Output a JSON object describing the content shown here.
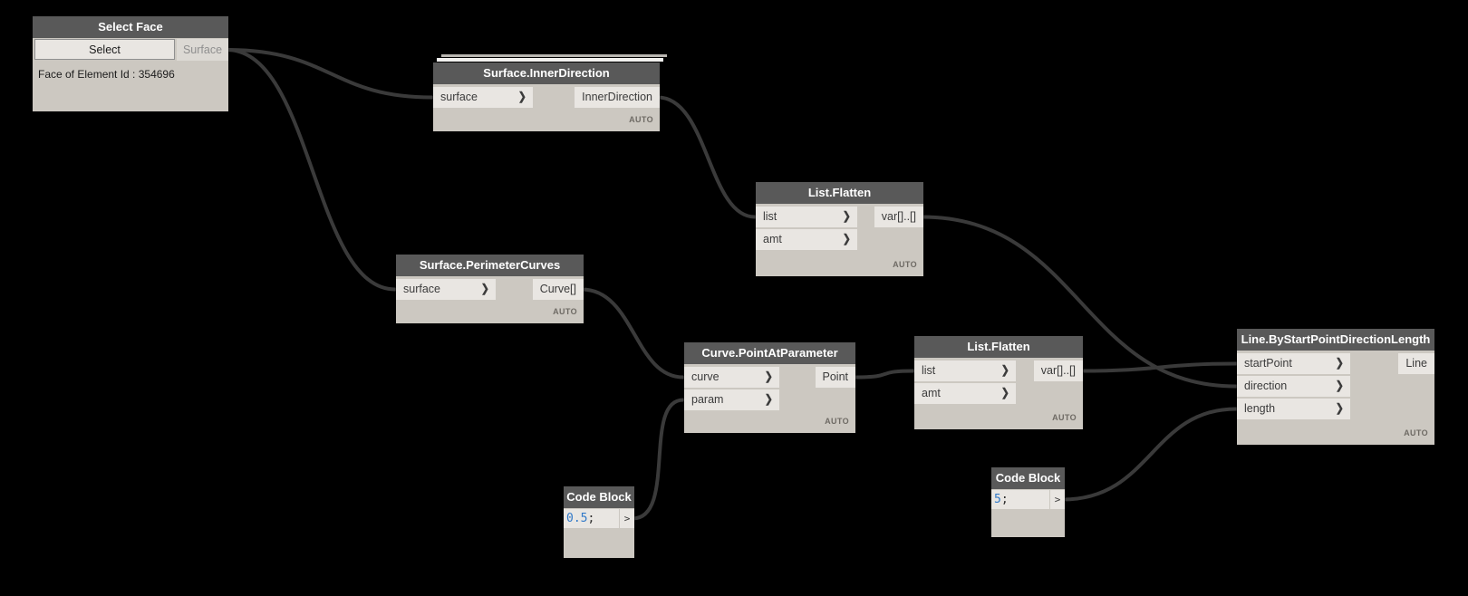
{
  "canvas": {
    "background": "#000000",
    "wire_color": "#3a3a3a"
  },
  "icons": {
    "chevron_right": "❯",
    "port_caret": ">"
  },
  "nodes": [
    {
      "id": "select-face",
      "title": "Select Face",
      "button": "Select",
      "outputs": [
        {
          "id": "surface-out",
          "label": "Surface"
        }
      ],
      "status": "Face of Element Id : 354696"
    },
    {
      "id": "surface-innerdirection",
      "title": "Surface.InnerDirection",
      "inputs": [
        {
          "id": "surface-in",
          "label": "surface"
        }
      ],
      "outputs": [
        {
          "id": "innerdirection-out",
          "label": "InnerDirection"
        }
      ],
      "lacing": "AUTO"
    },
    {
      "id": "list-flatten-1",
      "title": "List.Flatten",
      "inputs": [
        {
          "id": "list-in",
          "label": "list"
        },
        {
          "id": "amt-in",
          "label": "amt"
        }
      ],
      "outputs": [
        {
          "id": "var-out",
          "label": "var[]..[]"
        }
      ],
      "lacing": "AUTO"
    },
    {
      "id": "surface-perimetercurves",
      "title": "Surface.PerimeterCurves",
      "inputs": [
        {
          "id": "surface-in",
          "label": "surface"
        }
      ],
      "outputs": [
        {
          "id": "curve-out",
          "label": "Curve[]"
        }
      ],
      "lacing": "AUTO"
    },
    {
      "id": "curve-pointatparameter",
      "title": "Curve.PointAtParameter",
      "inputs": [
        {
          "id": "curve-in",
          "label": "curve"
        },
        {
          "id": "param-in",
          "label": "param"
        }
      ],
      "outputs": [
        {
          "id": "point-out",
          "label": "Point"
        }
      ],
      "lacing": "AUTO"
    },
    {
      "id": "list-flatten-2",
      "title": "List.Flatten",
      "inputs": [
        {
          "id": "list-in",
          "label": "list"
        },
        {
          "id": "amt-in",
          "label": "amt"
        }
      ],
      "outputs": [
        {
          "id": "var-out",
          "label": "var[]..[]"
        }
      ],
      "lacing": "AUTO"
    },
    {
      "id": "line-bspdl",
      "title": "Line.ByStartPointDirectionLength",
      "inputs": [
        {
          "id": "startpoint-in",
          "label": "startPoint"
        },
        {
          "id": "direction-in",
          "label": "direction"
        },
        {
          "id": "length-in",
          "label": "length"
        }
      ],
      "outputs": [
        {
          "id": "line-out",
          "label": "Line"
        }
      ],
      "lacing": "AUTO"
    },
    {
      "id": "code-block-1",
      "title": "Code Block",
      "code": "0.5",
      "terminator": ";",
      "outputs": [
        {
          "id": "out",
          "label": ">"
        }
      ]
    },
    {
      "id": "code-block-2",
      "title": "Code Block",
      "code": "5",
      "terminator": ";",
      "outputs": [
        {
          "id": "out",
          "label": ">"
        }
      ]
    }
  ],
  "connections": [
    {
      "from": "select-face:surface-out",
      "to": "surface-innerdirection:surface-in"
    },
    {
      "from": "select-face:surface-out",
      "to": "surface-perimetercurves:surface-in"
    },
    {
      "from": "surface-innerdirection:innerdirection-out",
      "to": "list-flatten-1:list-in"
    },
    {
      "from": "list-flatten-1:var-out",
      "to": "line-bspdl:direction-in"
    },
    {
      "from": "surface-perimetercurves:curve-out",
      "to": "curve-pointatparameter:curve-in"
    },
    {
      "from": "code-block-1:out",
      "to": "curve-pointatparameter:param-in"
    },
    {
      "from": "curve-pointatparameter:point-out",
      "to": "list-flatten-2:list-in"
    },
    {
      "from": "list-flatten-2:var-out",
      "to": "line-bspdl:startpoint-in"
    },
    {
      "from": "code-block-2:out",
      "to": "line-bspdl:length-in"
    }
  ]
}
